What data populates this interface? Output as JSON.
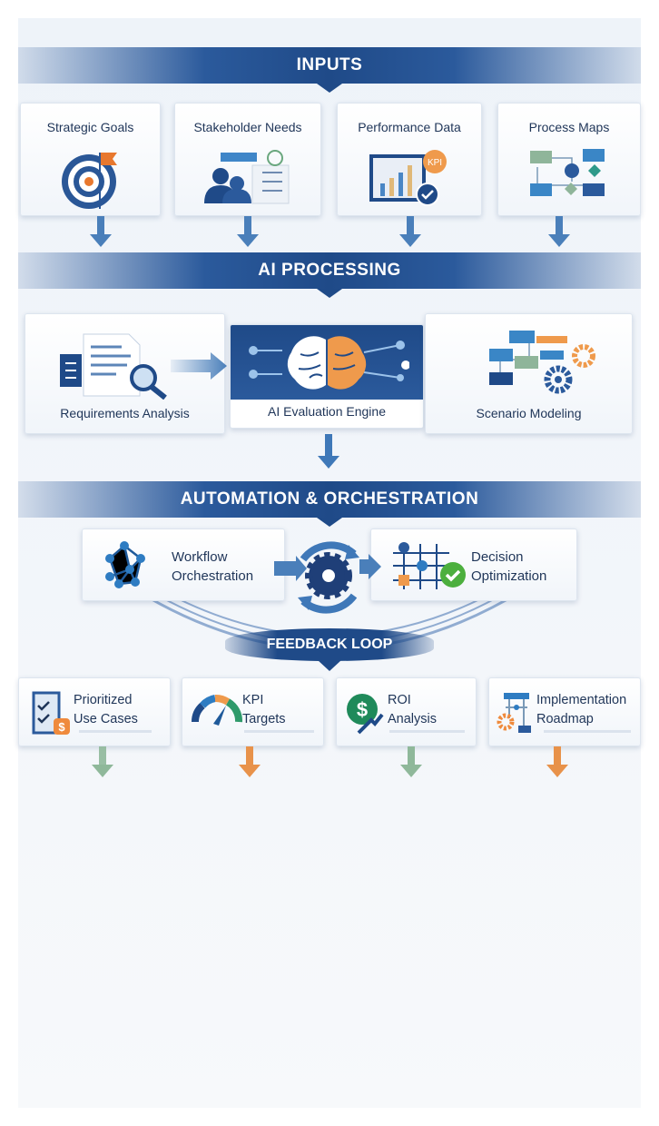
{
  "sections": {
    "inputs": "INPUTS",
    "ai_processing": "AI PROCESSING",
    "automation": "AUTOMATION & ORCHESTRATION",
    "feedback": "FEEDBACK LOOP"
  },
  "inputs": [
    {
      "label": "Strategic Goals",
      "icon": "target-icon"
    },
    {
      "label": "Stakeholder Needs",
      "icon": "stakeholder-checklist-icon"
    },
    {
      "label": "Performance Data",
      "icon": "kpi-chart-icon",
      "badge": "KPI"
    },
    {
      "label": "Process Maps",
      "icon": "process-map-icon"
    }
  ],
  "processing": [
    {
      "label": "Requirements Analysis",
      "icon": "document-search-icon"
    },
    {
      "label": "AI Evaluation Engine",
      "icon": "ai-brain-icon"
    },
    {
      "label": "Scenario Modeling",
      "icon": "scenario-model-icon"
    }
  ],
  "automation": [
    {
      "line1": "Workflow",
      "line2": "Orchestration",
      "icon": "network-icon"
    },
    {
      "line1": "Decision",
      "line2": "Optimization",
      "icon": "decision-grid-icon"
    }
  ],
  "outputs": [
    {
      "line1": "Prioritized",
      "line2": "Use Cases",
      "icon": "checklist-dollar-icon"
    },
    {
      "line1": "KPI",
      "line2": "Targets",
      "icon": "gauge-icon"
    },
    {
      "line1": "ROI",
      "line2": "Analysis",
      "icon": "dollar-growth-icon"
    },
    {
      "line1": "Implementation",
      "line2": "Roadmap",
      "icon": "roadmap-icon"
    }
  ],
  "colors": {
    "navy": "#1f4a88",
    "blue": "#3f78b8",
    "orange": "#e8924a",
    "green": "#8fb89a"
  }
}
